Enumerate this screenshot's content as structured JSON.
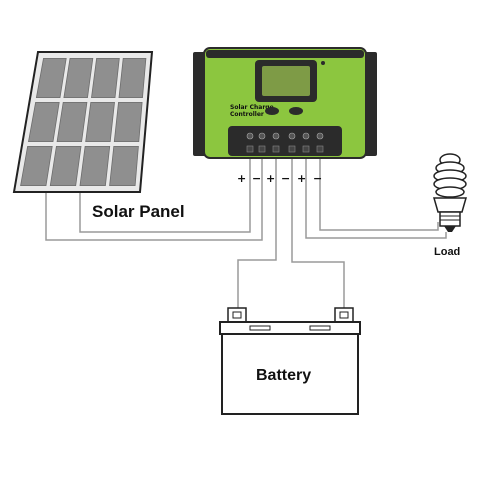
{
  "labels": {
    "solar_panel": "Solar Panel",
    "load": "Load",
    "battery": "Battery",
    "controller_line1": "Solar Charge",
    "controller_line2": "Controller"
  },
  "terminals": {
    "solar_pos": "+",
    "solar_neg": "−",
    "battery_pos": "+",
    "battery_neg": "−",
    "load_pos": "+",
    "load_neg": "−"
  },
  "colors": {
    "controller_green": "#8cc63f",
    "controller_dark": "#2b2b2b",
    "lcd": "#7e9b46",
    "panel_cell": "#8f8f8f",
    "wire": "#9a9a9a"
  }
}
